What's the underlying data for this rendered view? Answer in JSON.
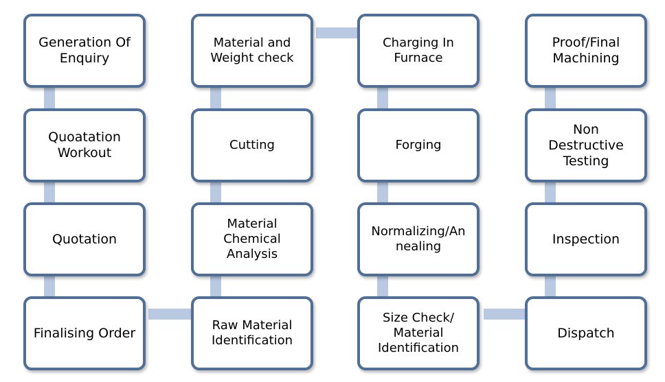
{
  "diagram": {
    "columns": [
      {
        "steps": [
          {
            "label": "Generation Of\nEnquiry"
          },
          {
            "label": "Quoatation\nWorkout"
          },
          {
            "label": "Quotation"
          },
          {
            "label": "Finalising Order"
          }
        ]
      },
      {
        "steps": [
          {
            "label": "Material and\nWeight check"
          },
          {
            "label": "Cutting"
          },
          {
            "label": "Material\nChemical\nAnalysis"
          },
          {
            "label": "Raw Material\nIdentification"
          }
        ]
      },
      {
        "steps": [
          {
            "label": "Charging In\nFurnace"
          },
          {
            "label": "Forging"
          },
          {
            "label": "Normalizing/An\nnealing"
          },
          {
            "label": "Size Check/\nMaterial\nIdentification"
          }
        ]
      },
      {
        "steps": [
          {
            "label": "Proof/Final\nMachining"
          },
          {
            "label": "Non\nDestructive\nTesting"
          },
          {
            "label": "Inspection"
          },
          {
            "label": "Dispatch"
          }
        ]
      }
    ],
    "colors": {
      "box_border": "#4f6f99",
      "connector": "#b9c9e2",
      "box_fill": "#ffffff",
      "text": "#000000"
    }
  }
}
